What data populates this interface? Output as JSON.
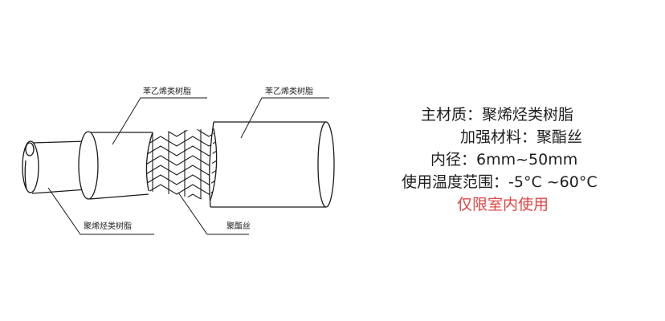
{
  "callouts": {
    "outer_top": "苯乙烯类树脂",
    "inner_top": "苯乙烯类树脂",
    "inner_tube": "聚烯烃类树脂",
    "braid": "聚酯丝"
  },
  "specs": {
    "main_material": "主材质：聚烯烃类树脂",
    "reinforcement": "加强材料：聚酯丝",
    "inner_diameter": "内径：6mm~50mm",
    "temperature_range": "使用温度范围：-5°C ~60°C",
    "indoor_only": "仅限室内使用"
  },
  "colors": {
    "line": "#1a1a1a",
    "notice": "#e04545"
  }
}
